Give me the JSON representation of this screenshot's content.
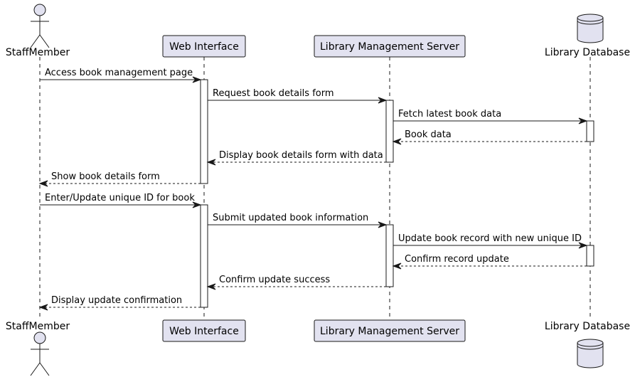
{
  "diagram": {
    "type": "sequence",
    "colors": {
      "participant_fill": "#e2e2f0",
      "line": "#181818",
      "activation_fill": "#ffffff"
    },
    "participants": [
      {
        "name": "StaffMember",
        "kind": "actor"
      },
      {
        "name": "Web Interface",
        "kind": "participant"
      },
      {
        "name": "Library Management Server",
        "kind": "participant"
      },
      {
        "name": "Library Database",
        "kind": "database"
      }
    ],
    "messages": [
      {
        "from": 0,
        "to": 1,
        "label": "Access book management page",
        "style": "solid"
      },
      {
        "from": 1,
        "to": 2,
        "label": "Request book details form",
        "style": "solid"
      },
      {
        "from": 2,
        "to": 3,
        "label": "Fetch latest book data",
        "style": "solid"
      },
      {
        "from": 3,
        "to": 2,
        "label": "Book data",
        "style": "dashed"
      },
      {
        "from": 2,
        "to": 1,
        "label": "Display book details form with data",
        "style": "dashed"
      },
      {
        "from": 1,
        "to": 0,
        "label": "Show book details form",
        "style": "dashed"
      },
      {
        "from": 0,
        "to": 1,
        "label": "Enter/Update unique ID for book",
        "style": "solid"
      },
      {
        "from": 1,
        "to": 2,
        "label": "Submit updated book information",
        "style": "solid"
      },
      {
        "from": 2,
        "to": 3,
        "label": "Update book record with new unique ID",
        "style": "solid"
      },
      {
        "from": 3,
        "to": 2,
        "label": "Confirm record update",
        "style": "dashed"
      },
      {
        "from": 2,
        "to": 1,
        "label": "Confirm update success",
        "style": "dashed"
      },
      {
        "from": 1,
        "to": 0,
        "label": "Display update confirmation",
        "style": "dashed"
      }
    ]
  }
}
